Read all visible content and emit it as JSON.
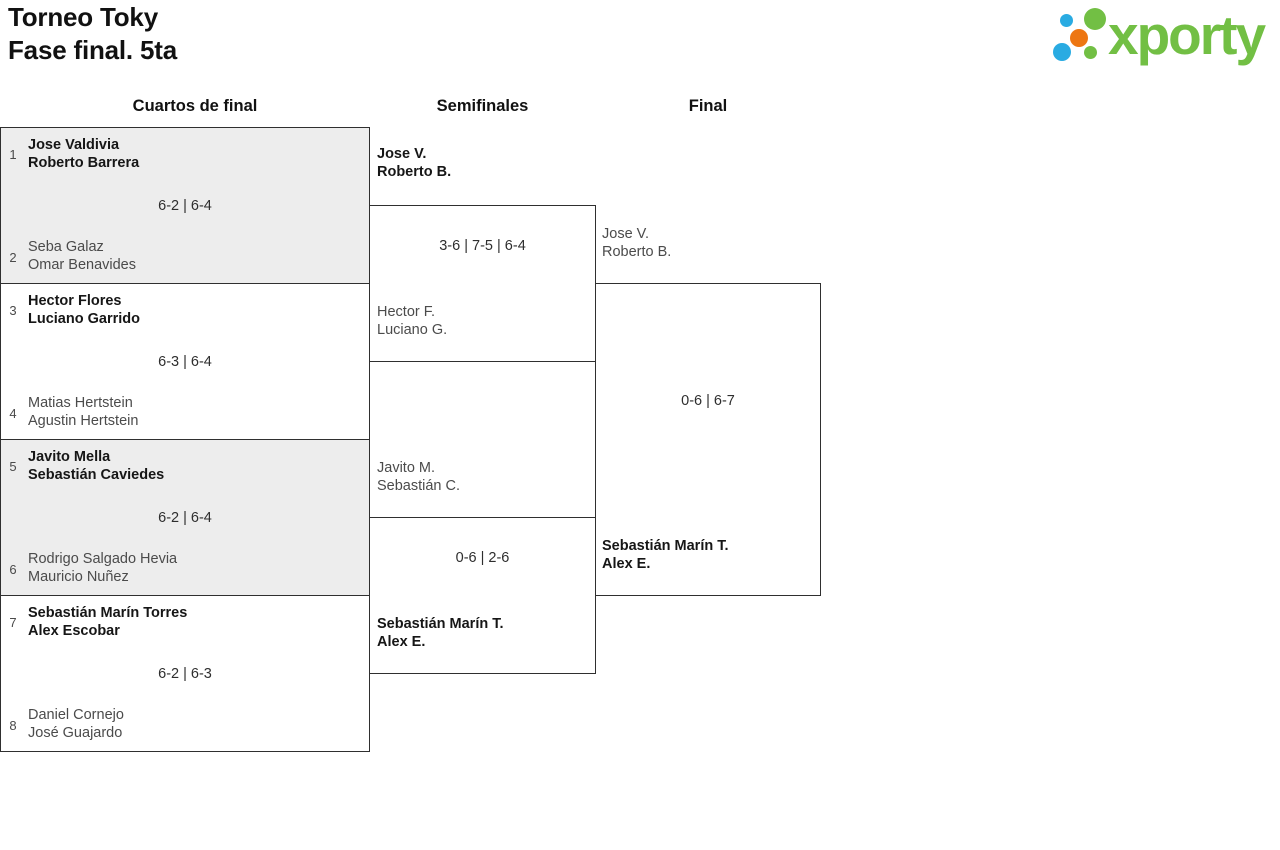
{
  "title": {
    "line1": "Torneo Toky",
    "line2": "Fase final. 5ta"
  },
  "logo": {
    "text": "xporty",
    "colors": {
      "green": "#72bf44",
      "blue": "#29abe2",
      "orange": "#ed7612"
    }
  },
  "round_headers": {
    "quarterfinals": "Cuartos de final",
    "semifinals": "Semifinales",
    "final": "Final"
  },
  "colors": {
    "box_border": "#2f2f2f",
    "box_shade": "#ededed",
    "winner_text": "#161616",
    "loser_text": "#4b4b4b"
  },
  "matches": {
    "qf": [
      {
        "seed_top": "1",
        "top1": "Jose Valdivia",
        "top2": "Roberto Barrera",
        "score": "6-2 | 6-4",
        "seed_bottom": "2",
        "bot1": "Seba Galaz",
        "bot2": "Omar Benavides",
        "winner": "top"
      },
      {
        "seed_top": "3",
        "top1": "Hector Flores",
        "top2": "Luciano Garrido",
        "score": "6-3 | 6-4",
        "seed_bottom": "4",
        "bot1": "Matias Hertstein",
        "bot2": "Agustin Hertstein",
        "winner": "top"
      },
      {
        "seed_top": "5",
        "top1": "Javito Mella",
        "top2": "Sebastián Caviedes",
        "score": "6-2 | 6-4",
        "seed_bottom": "6",
        "bot1": "Rodrigo Salgado Hevia",
        "bot2": "Mauricio Nuñez",
        "winner": "top"
      },
      {
        "seed_top": "7",
        "top1": "Sebastián Marín Torres",
        "top2": "Alex Escobar",
        "score": "6-2 | 6-3",
        "seed_bottom": "8",
        "bot1": "Daniel Cornejo",
        "bot2": "José Guajardo",
        "winner": "top"
      }
    ],
    "sf": [
      {
        "top1": "Jose V.",
        "top2": "Roberto B.",
        "score": "3-6 | 7-5 | 6-4",
        "bot1": "Hector F.",
        "bot2": "Luciano G.",
        "winner": "top"
      },
      {
        "top1": "Javito M.",
        "top2": "Sebastián C.",
        "score": "0-6 | 2-6",
        "bot1": "Sebastián Marín T.",
        "bot2": "Alex E.",
        "winner": "bottom"
      }
    ],
    "final": {
      "top1": "Jose V.",
      "top2": "Roberto B.",
      "score": "0-6 | 6-7",
      "bot1": "Sebastián Marín T.",
      "bot2": "Alex E.",
      "winner": "bottom"
    }
  }
}
